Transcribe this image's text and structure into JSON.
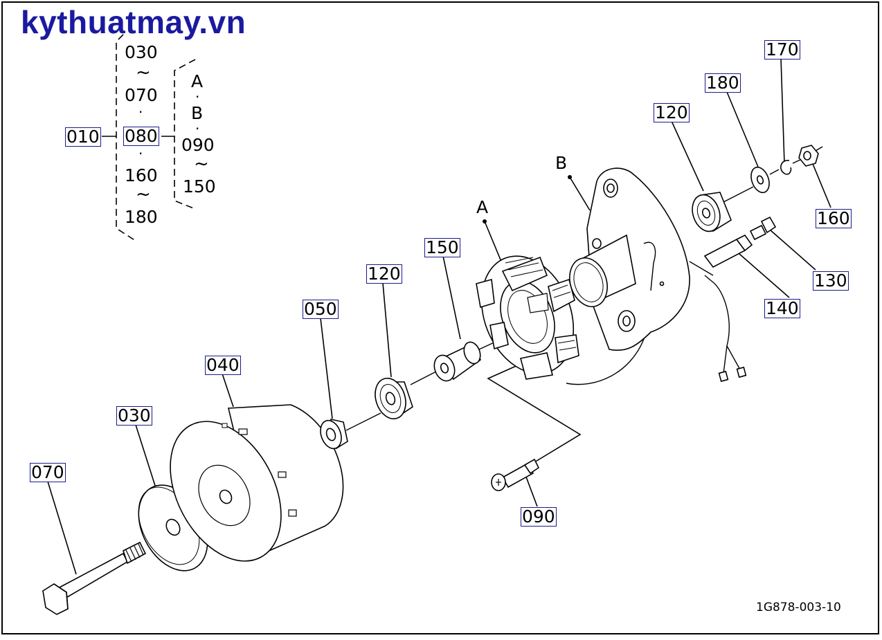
{
  "watermark": "kythuatmay.vn",
  "drawing_code": "1G878-003-10",
  "legend": {
    "root": "010",
    "list_a": [
      "030",
      "070",
      "080",
      "160",
      "180"
    ],
    "list_b": [
      "A",
      "B",
      "090",
      "150"
    ]
  },
  "callouts": {
    "p170": "170",
    "p180": "180",
    "p120_top": "120",
    "p160": "160",
    "p130": "130",
    "p140": "140",
    "p150": "150",
    "p120_mid": "120",
    "p050": "050",
    "p040": "040",
    "p030": "030",
    "p070": "070",
    "p090": "090"
  },
  "letters": {
    "a": "A",
    "b": "B"
  },
  "colors": {
    "watermark": "#1a1aa0",
    "callout_border": "#1a1a8a",
    "line": "#000000"
  }
}
